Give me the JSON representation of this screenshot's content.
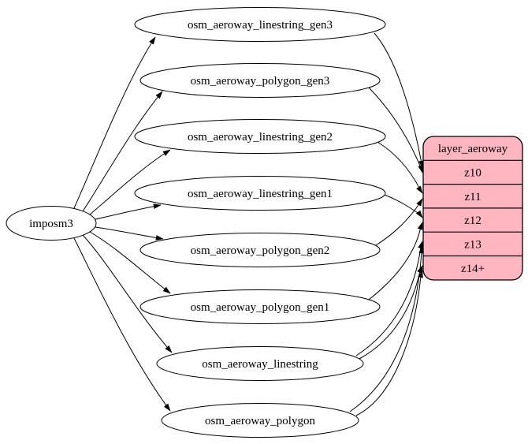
{
  "diagram": {
    "type": "etl-graph",
    "background_color": "#ffffff",
    "edge_color": "#000000",
    "node_fill_color": "#ffffff",
    "node_stroke_color": "#000000",
    "source_node": {
      "label": "imposm3"
    },
    "tables": [
      {
        "label": "osm_aeroway_linestring_gen3"
      },
      {
        "label": "osm_aeroway_polygon_gen3"
      },
      {
        "label": "osm_aeroway_linestring_gen2"
      },
      {
        "label": "osm_aeroway_linestring_gen1"
      },
      {
        "label": "osm_aeroway_polygon_gen2"
      },
      {
        "label": "osm_aeroway_polygon_gen1"
      },
      {
        "label": "osm_aeroway_linestring"
      },
      {
        "label": "osm_aeroway_polygon"
      }
    ],
    "layer_node": {
      "title": "layer_aeroway",
      "zoom_rows": [
        "z10",
        "z11",
        "z12",
        "z13",
        "z14+"
      ],
      "fill_color": "#ffb6c1",
      "stroke_color": "#000000"
    },
    "edges": [
      {
        "from": "imposm3",
        "to": "osm_aeroway_linestring_gen3"
      },
      {
        "from": "imposm3",
        "to": "osm_aeroway_polygon_gen3"
      },
      {
        "from": "imposm3",
        "to": "osm_aeroway_linestring_gen2"
      },
      {
        "from": "imposm3",
        "to": "osm_aeroway_linestring_gen1"
      },
      {
        "from": "imposm3",
        "to": "osm_aeroway_polygon_gen2"
      },
      {
        "from": "imposm3",
        "to": "osm_aeroway_polygon_gen1"
      },
      {
        "from": "imposm3",
        "to": "osm_aeroway_linestring"
      },
      {
        "from": "imposm3",
        "to": "osm_aeroway_polygon"
      },
      {
        "from": "osm_aeroway_linestring_gen3",
        "to": "layer_aeroway:z10"
      },
      {
        "from": "osm_aeroway_polygon_gen3",
        "to": "layer_aeroway:z10"
      },
      {
        "from": "osm_aeroway_linestring_gen2",
        "to": "layer_aeroway:z11"
      },
      {
        "from": "osm_aeroway_polygon_gen2",
        "to": "layer_aeroway:z11"
      },
      {
        "from": "osm_aeroway_linestring_gen1",
        "to": "layer_aeroway:z12"
      },
      {
        "from": "osm_aeroway_polygon_gen1",
        "to": "layer_aeroway:z12"
      },
      {
        "from": "osm_aeroway_linestring",
        "to": "layer_aeroway:z13"
      },
      {
        "from": "osm_aeroway_linestring",
        "to": "layer_aeroway:z14+"
      },
      {
        "from": "osm_aeroway_polygon",
        "to": "layer_aeroway:z13"
      },
      {
        "from": "osm_aeroway_polygon",
        "to": "layer_aeroway:z14+"
      }
    ]
  }
}
